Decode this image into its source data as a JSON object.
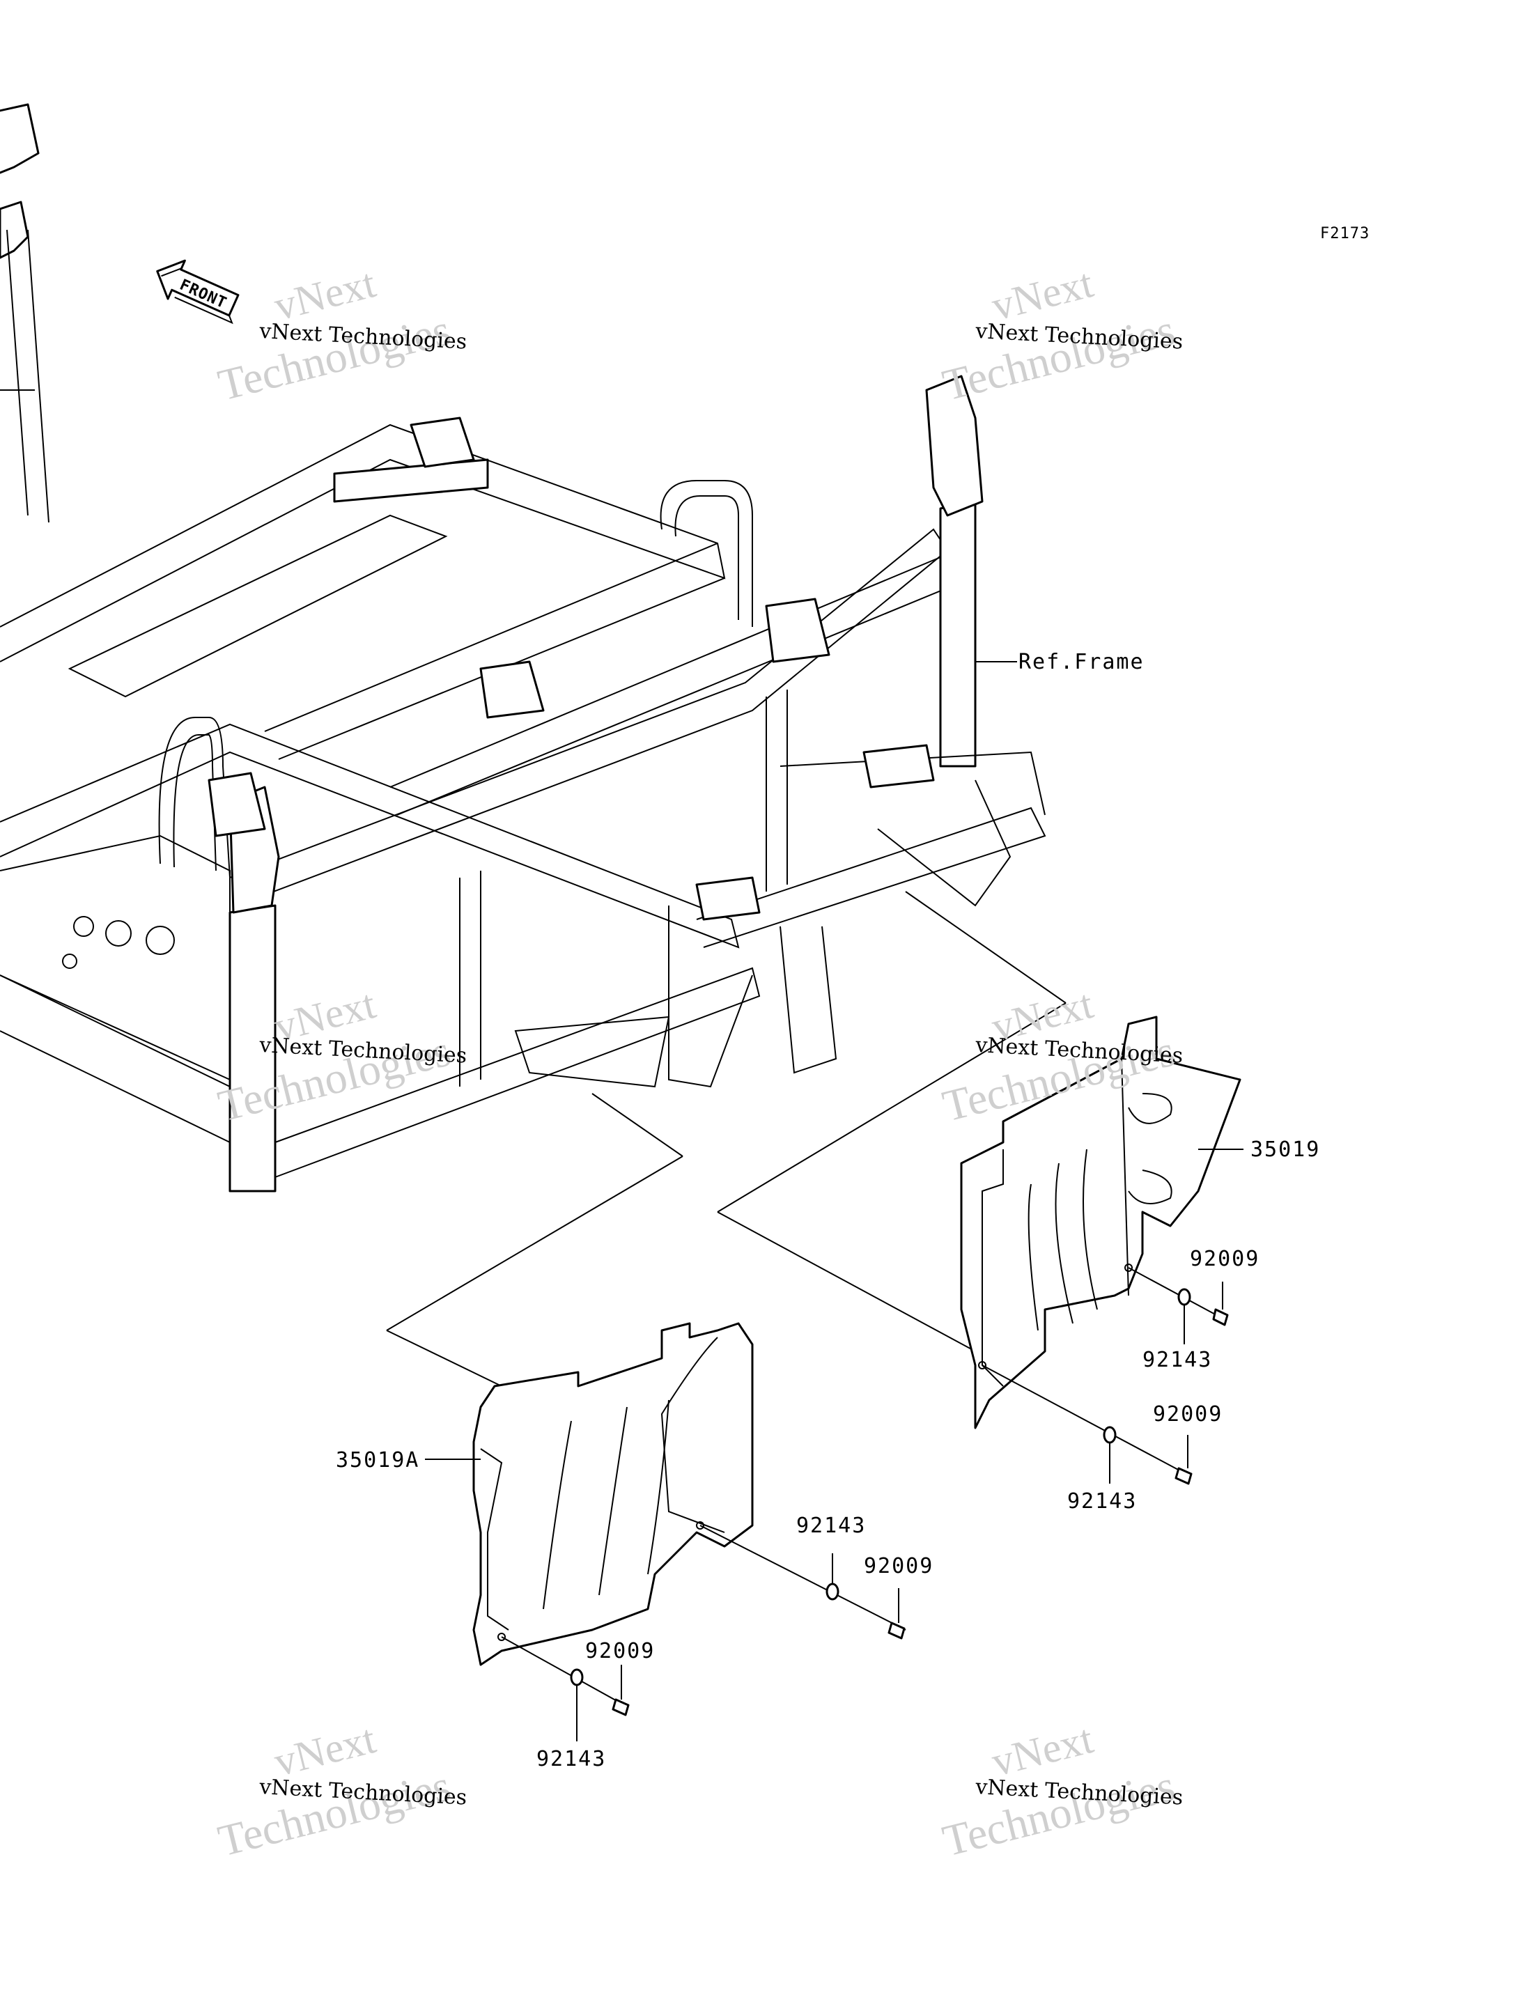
{
  "diagram": {
    "code": "F2173",
    "front_arrow_label": "FRONT",
    "ref_frame_label": "Ref.Frame",
    "parts": {
      "cover_right": "35019",
      "cover_left": "35019A",
      "bolt_r1": "92009",
      "washer_r1": "92143",
      "bolt_r2": "92009",
      "washer_r2": "92143",
      "washer_l1": "92143",
      "bolt_l1": "92009",
      "bolt_l2": "92009",
      "washer_l2": "92143"
    }
  },
  "watermark": {
    "line1": "vNext",
    "line2": "Technologies",
    "caption": "vNext Technologies"
  }
}
